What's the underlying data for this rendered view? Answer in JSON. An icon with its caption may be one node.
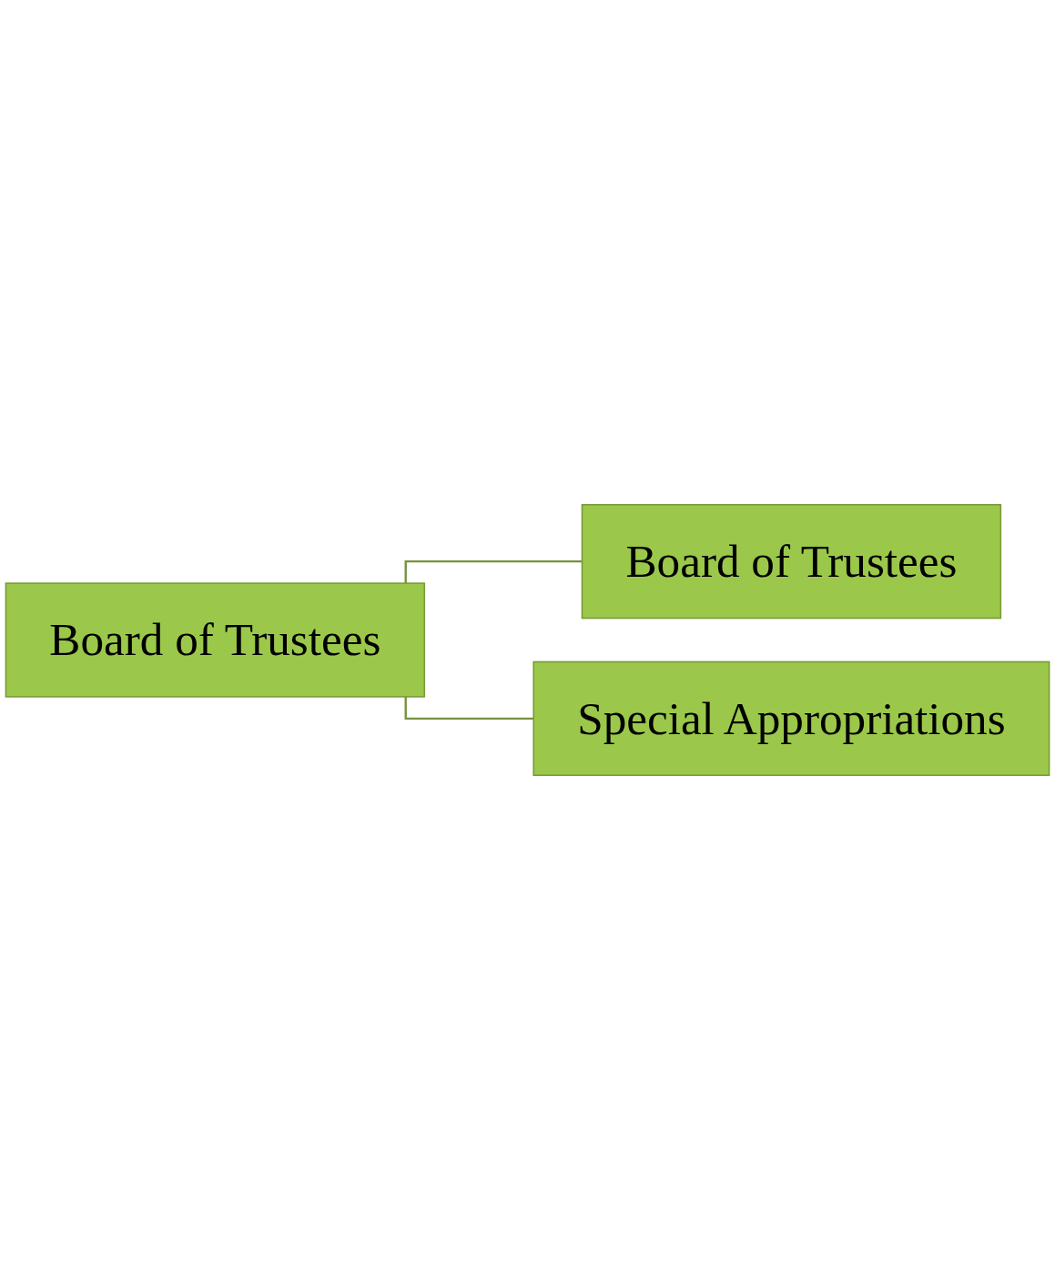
{
  "diagram": {
    "nodes": [
      {
        "text": [
          "Board of Trustees"
        ]
      },
      {
        "text": [
          "Board of Trustees"
        ]
      },
      {
        "text": [
          "Special Appropriations"
        ]
      }
    ],
    "edges": [
      {
        "from": 0,
        "to": 1,
        "arrow": "none"
      },
      {
        "from": 0,
        "to": 2,
        "arrow": "none"
      }
    ]
  }
}
